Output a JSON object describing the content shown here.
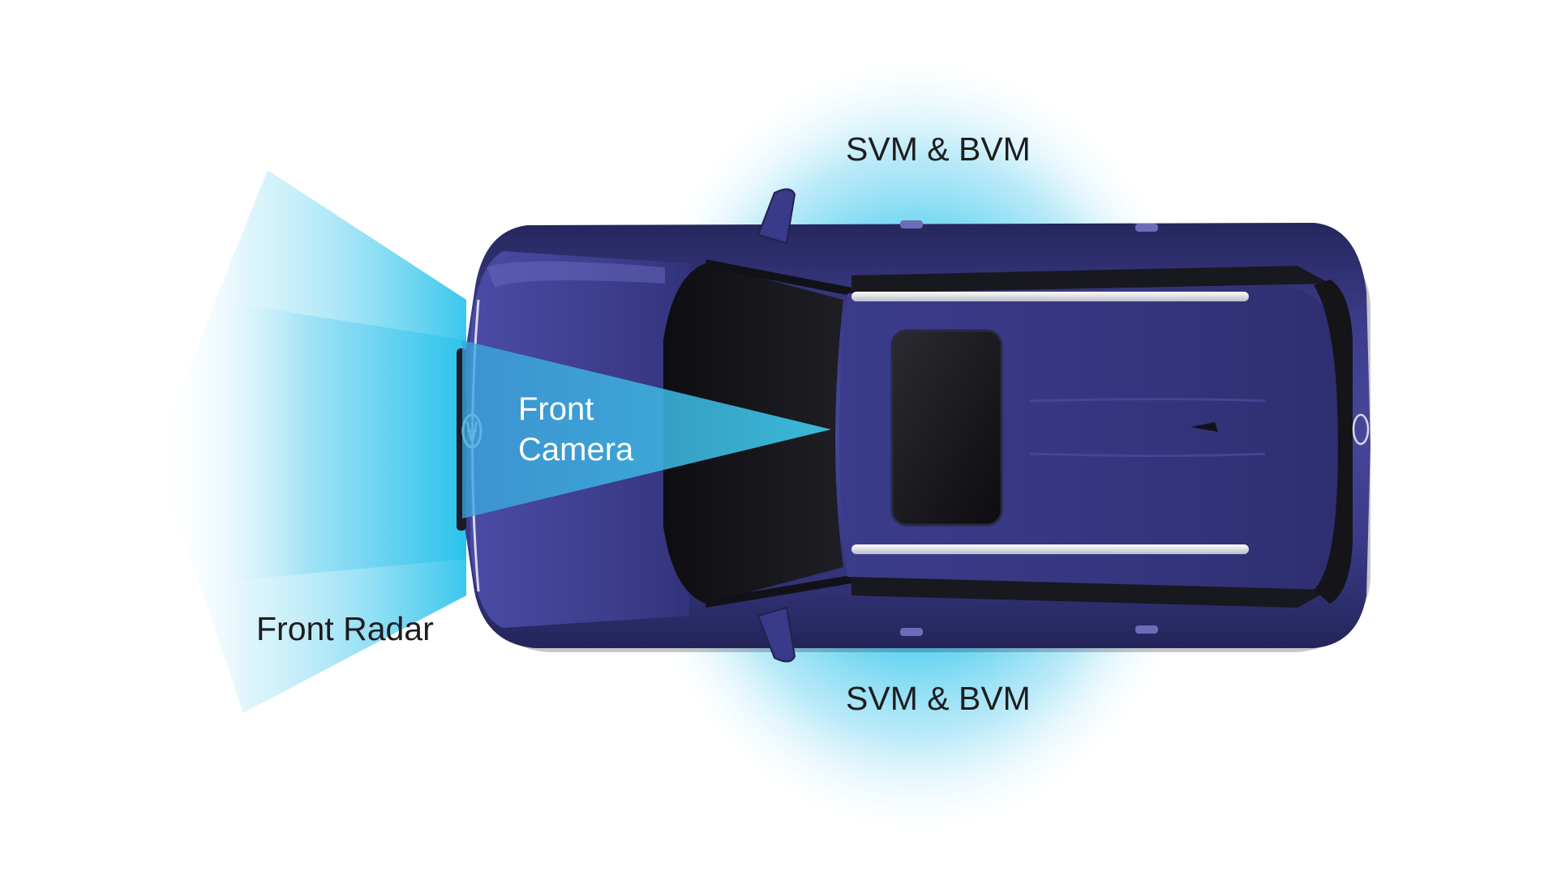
{
  "labels": {
    "svm_top": "SVM & BVM",
    "svm_bottom": "SVM & BVM",
    "front_radar": "Front Radar",
    "front_camera_line1": "Front",
    "front_camera_line2": "Camera"
  },
  "colors": {
    "background": "#ffffff",
    "sensor_blue": "#2ec5ec",
    "car_body": "#33337a",
    "text_dark": "#1d1d1f",
    "text_light": "#ffffff"
  },
  "icons": {
    "car": "suv-top-view-icon",
    "brand_emblem": "brand-emblem-icon"
  }
}
